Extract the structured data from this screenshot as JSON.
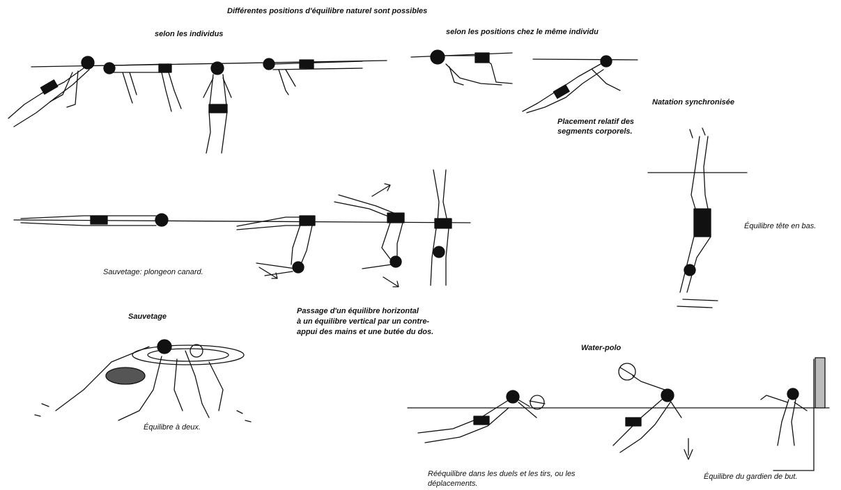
{
  "title": "Différentes positions d'équilibre naturel sont possibles",
  "labels": {
    "selon_individus": "selon les individus",
    "selon_positions": "selon les positions chez le même individu",
    "natation_synchronisee": "Natation synchronisée",
    "placement_1": "Placement relatif des",
    "placement_2": "segments corporels.",
    "equilibre_tete": "Équilibre tête en bas.",
    "sauvetage_canard": "Sauvetage: plongeon canard.",
    "passage_1": "Passage d'un équilibre horizontal",
    "passage_2": "à un équilibre vertical par un contre-",
    "passage_3": "appui des mains et une butée du dos.",
    "sauvetage": "Sauvetage",
    "equilibre_deux": "Équilibre à deux.",
    "water_polo": "Water-polo",
    "reequilibre_1": "Rééquilibre dans les duels et les tirs, ou les",
    "reequilibre_2": "déplacements.",
    "gardien": "Équilibre du gardien de but."
  },
  "colors": {
    "ink": "#111111",
    "background": "#ffffff",
    "trunks": "#111111"
  }
}
